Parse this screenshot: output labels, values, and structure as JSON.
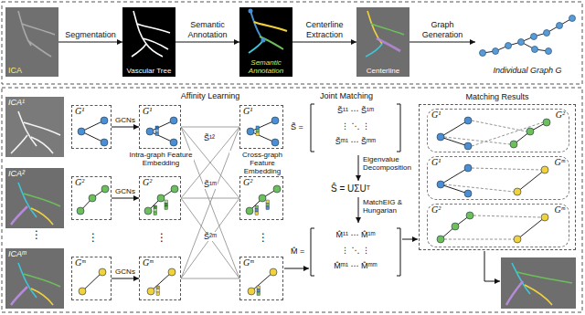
{
  "diagram": {
    "nodes": [
      {
        "text": [
          "ICA"
        ]
      },
      {
        "text": [
          "Vascular Tree"
        ]
      },
      {
        "text": [
          "Semantic Annotation"
        ]
      },
      {
        "text": [
          "Centerline"
        ]
      },
      {
        "text": [
          "Individual Graph G"
        ]
      },
      {
        "text": [
          "ICA¹"
        ]
      },
      {
        "text": [
          "ICA²"
        ]
      },
      {
        "text": [
          "ICAᵐ"
        ]
      },
      {
        "text": [
          "G¹"
        ]
      },
      {
        "text": [
          "G²"
        ]
      },
      {
        "text": [
          "Gᵐ"
        ]
      },
      {
        "text": [
          "G¹"
        ]
      },
      {
        "text": [
          "G²"
        ]
      },
      {
        "text": [
          "Gᵐ"
        ]
      },
      {
        "text": [
          "G¹"
        ]
      },
      {
        "text": [
          "G²"
        ]
      },
      {
        "text": [
          "Gᵐ"
        ]
      },
      {
        "text": [
          "Matching Results"
        ]
      },
      {
        "text": [
          "G¹",
          "G²"
        ],
        "in": 17
      },
      {
        "text": [
          "G¹",
          "Gᵐ"
        ],
        "in": 17
      },
      {
        "text": [
          "G²",
          "Gᵐ"
        ],
        "in": 17
      }
    ],
    "edges": [
      {
        "from": 0,
        "to": 1,
        "arrow": "to",
        "label": "Segmentation"
      },
      {
        "from": 1,
        "to": 2,
        "arrow": "to",
        "label": "Semantic Annotation"
      },
      {
        "from": 2,
        "to": 3,
        "arrow": "to",
        "label": "Centerline Extraction"
      },
      {
        "from": 3,
        "to": 4,
        "arrow": "to",
        "label": "Graph Generation"
      },
      {
        "from": 8,
        "to": 11,
        "arrow": "to",
        "label": "GCNs"
      },
      {
        "from": 9,
        "to": 12,
        "arrow": "to",
        "label": "GCNs"
      },
      {
        "from": 10,
        "to": 13,
        "arrow": "to",
        "label": "GCNs"
      },
      {
        "from": 11,
        "to": 14,
        "arrow": "none"
      },
      {
        "from": 11,
        "to": 15,
        "arrow": "none"
      },
      {
        "from": 11,
        "to": 16,
        "arrow": "none"
      },
      {
        "from": 12,
        "to": 14,
        "arrow": "none"
      },
      {
        "from": 12,
        "to": 15,
        "arrow": "none"
      },
      {
        "from": 12,
        "to": 16,
        "arrow": "none"
      },
      {
        "from": 13,
        "to": 14,
        "arrow": "none"
      },
      {
        "from": 13,
        "to": 15,
        "arrow": "none"
      },
      {
        "from": 13,
        "to": 16,
        "arrow": "none"
      }
    ],
    "labels": [
      "Affinity Learning",
      "Intra-graph Feature Embedding",
      "Cross-graph Feature Embedding",
      "S̃¹²",
      "S̃¹ᵐ",
      "S̃²ᵐ",
      "⋮",
      "⋮",
      "⋮",
      "⋮",
      "Joint Matching",
      "S̃ =",
      "S̃¹¹ ⋯ S̃¹ᵐ",
      "⋮ ⋱ ⋮",
      "S̃ᵐ¹ ⋯ S̃ᵐᵐ",
      "Eigenvalue Decomposition",
      "Ŝ = UΣUᵀ",
      "MatchEIG & Hungarian",
      "M̂ =",
      "M̂¹¹ ⋯ M̂¹ᵐ",
      "⋮ ⋱ ⋮",
      "M̂ᵐ¹ ⋯ M̂ᵐᵐ"
    ]
  }
}
